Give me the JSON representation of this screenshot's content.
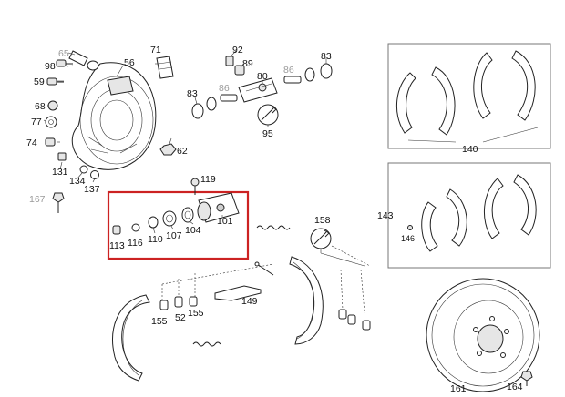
{
  "parts": {
    "p65": "65",
    "p71": "71",
    "p98": "98",
    "p56": "56",
    "p59": "59",
    "p68": "68",
    "p77": "77",
    "p74": "74",
    "p62": "62",
    "p131": "131",
    "p134": "134",
    "p137": "137",
    "p167": "167",
    "p119": "119",
    "p92": "92",
    "p89": "89",
    "p80": "80",
    "p86a": "86",
    "p86b": "86",
    "p83a": "83",
    "p83b": "83",
    "p95": "95",
    "p101": "101",
    "p113": "113",
    "p116": "116",
    "p110": "110",
    "p107": "107",
    "p104": "104",
    "p158": "158",
    "p149": "149",
    "p155a": "155",
    "p52": "52",
    "p155b": "155",
    "p140": "140",
    "p143": "143",
    "p146": "146",
    "p161": "161",
    "p164": "164"
  },
  "highlight_color": "#cc2222"
}
